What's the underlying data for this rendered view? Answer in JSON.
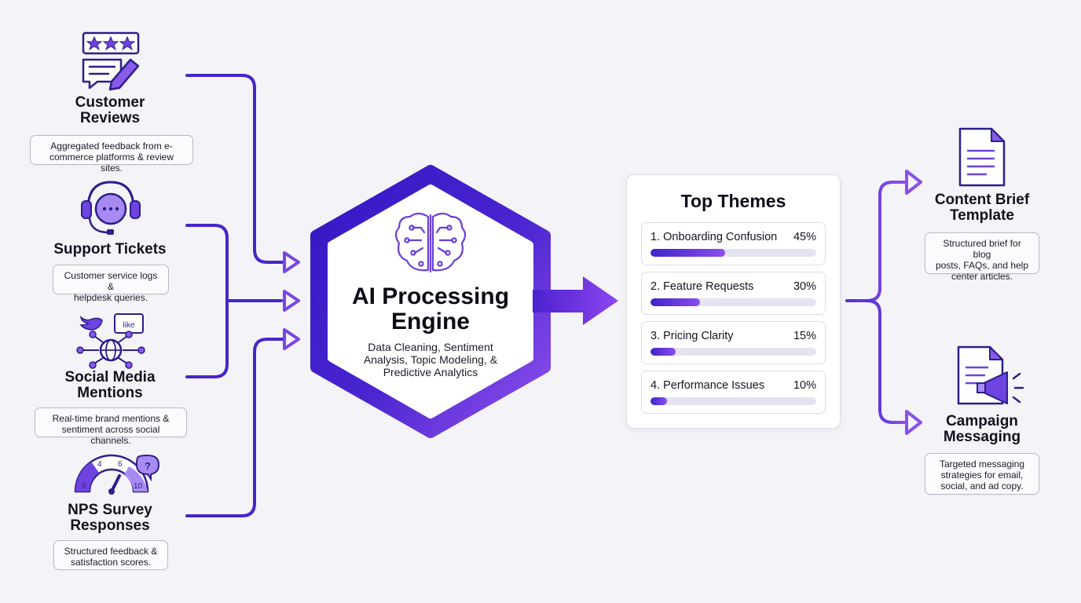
{
  "sources": [
    {
      "title_line1": "Customer",
      "title_line2": "Reviews",
      "desc_line1": "Aggregated feedback from e-",
      "desc_line2": "commerce platforms & review sites.",
      "icon": "review-stars-icon"
    },
    {
      "title_line1": "Support Tickets",
      "title_line2": "",
      "desc_line1": "Customer service logs &",
      "desc_line2": "helpdesk queries.",
      "icon": "headset-icon"
    },
    {
      "title_line1": "Social Media",
      "title_line2": "Mentions",
      "desc_line1": "Real-time brand mentions &",
      "desc_line2": "sentiment across social channels.",
      "icon": "social-network-icon",
      "icon_badge": "like"
    },
    {
      "title_line1": "NPS Survey",
      "title_line2": "Responses",
      "desc_line1": "Structured feedback &",
      "desc_line2": "satisfaction scores.",
      "icon": "nps-gauge-icon",
      "gauge_labels": [
        "0",
        "4",
        "6",
        "10"
      ]
    }
  ],
  "engine": {
    "title_line1": "AI Processing",
    "title_line2": "Engine",
    "sub_line1": "Data Cleaning, Sentiment",
    "sub_line2": "Analysis, Topic Modeling, &",
    "sub_line3": "Predictive Analytics",
    "icon": "brain-circuit-icon"
  },
  "themes": {
    "title": "Top Themes",
    "items": [
      {
        "label": "1. Onboarding Confusion",
        "pct_label": "45%",
        "value": 45
      },
      {
        "label": "2. Feature Requests",
        "pct_label": "30%",
        "value": 30
      },
      {
        "label": "3. Pricing Clarity",
        "pct_label": "15%",
        "value": 15
      },
      {
        "label": "4. Performance Issues",
        "pct_label": "10%",
        "value": 10
      }
    ]
  },
  "outputs": [
    {
      "title_line1": "Content Brief",
      "title_line2": "Template",
      "desc_line1": "Structured brief for blog",
      "desc_line2": "posts, FAQs, and help",
      "desc_line3": "center articles.",
      "icon": "document-icon"
    },
    {
      "title_line1": "Campaign",
      "title_line2": "Messaging",
      "desc_line1": "Targeted messaging",
      "desc_line2": "strategies for email,",
      "desc_line3": "social, and ad copy.",
      "icon": "megaphone-document-icon"
    }
  ],
  "colors": {
    "primary": "#3f24c9",
    "accent": "#8c4df0",
    "background": "#f4f4f8"
  }
}
